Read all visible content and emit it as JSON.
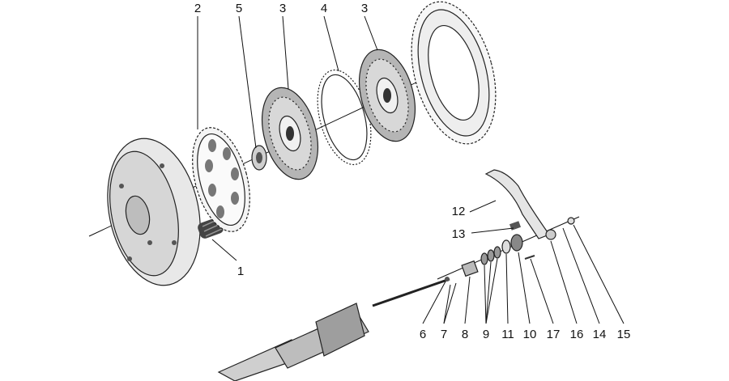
{
  "diagram": {
    "callouts": [
      {
        "id": "c2",
        "label": "2"
      },
      {
        "id": "c5",
        "label": "5"
      },
      {
        "id": "c3a",
        "label": "3"
      },
      {
        "id": "c4",
        "label": "4"
      },
      {
        "id": "c3b",
        "label": "3"
      },
      {
        "id": "c1",
        "label": "1"
      },
      {
        "id": "c12",
        "label": "12"
      },
      {
        "id": "c13",
        "label": "13"
      },
      {
        "id": "c6",
        "label": "6"
      },
      {
        "id": "c7",
        "label": "7"
      },
      {
        "id": "c8",
        "label": "8"
      },
      {
        "id": "c9",
        "label": "9"
      },
      {
        "id": "c11",
        "label": "11"
      },
      {
        "id": "c10",
        "label": "10"
      },
      {
        "id": "c17",
        "label": "17"
      },
      {
        "id": "c16",
        "label": "16"
      },
      {
        "id": "c14",
        "label": "14"
      },
      {
        "id": "c15",
        "label": "15"
      }
    ]
  }
}
